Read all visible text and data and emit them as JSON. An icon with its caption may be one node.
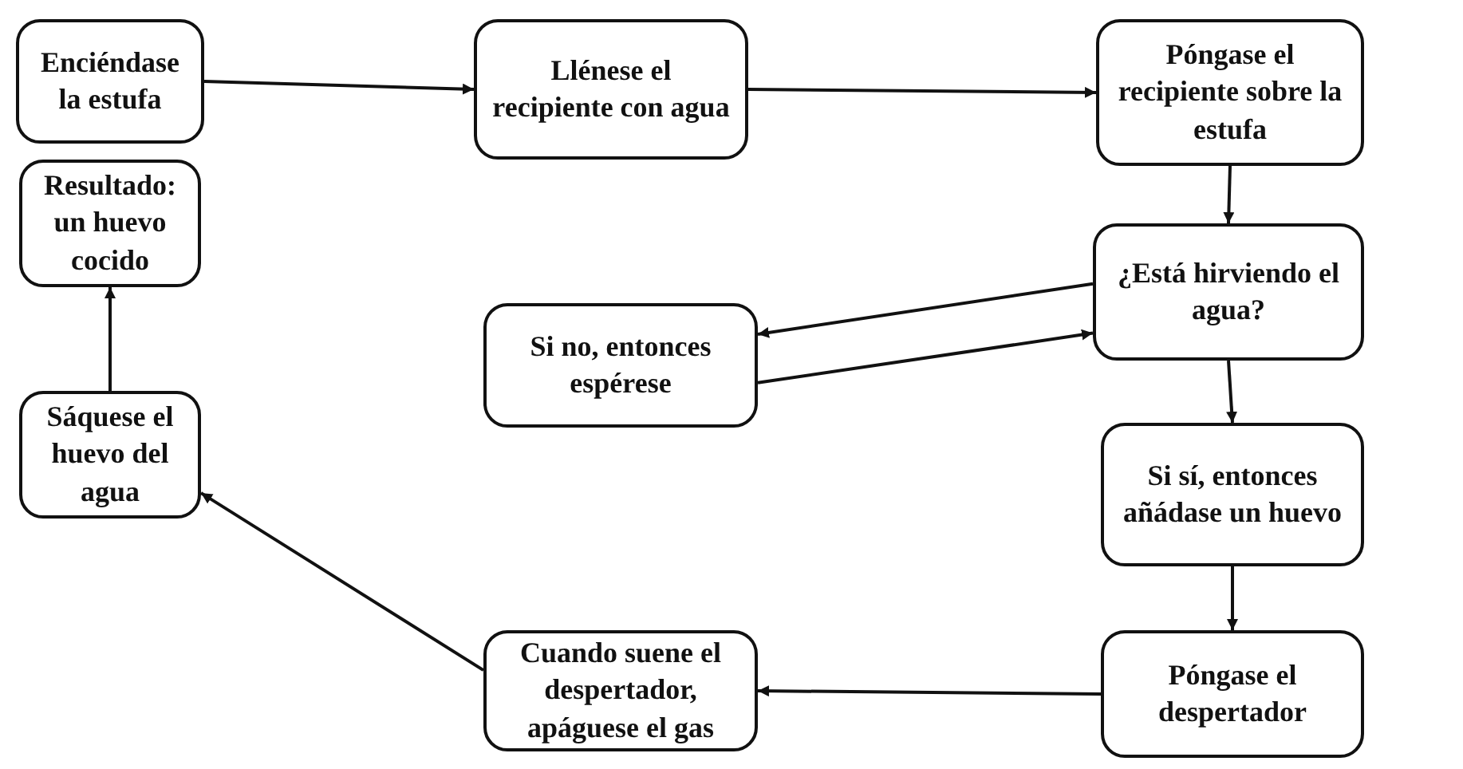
{
  "diagram": {
    "nodes": [
      {
        "text": [
          "Enciéndase la estufa"
        ]
      },
      {
        "text": [
          "Llénese el recipiente con agua"
        ]
      },
      {
        "text": [
          "Póngase el recipiente sobre la estufa"
        ]
      },
      {
        "text": [
          "¿Está hirviendo el agua?"
        ]
      },
      {
        "text": [
          "Si no, entonces espérese"
        ]
      },
      {
        "text": [
          "Si sí, entonces añádase un huevo"
        ]
      },
      {
        "text": [
          "Póngase el despertador"
        ]
      },
      {
        "text": [
          "Cuando suene el despertador, apáguese el gas"
        ]
      },
      {
        "text": [
          "Sáquese el huevo del agua"
        ]
      },
      {
        "text": [
          "Resultado: un huevo cocido"
        ]
      }
    ],
    "edges": [
      {
        "from": 0,
        "to": 1,
        "arrow": "to"
      },
      {
        "from": 1,
        "to": 2,
        "arrow": "to"
      },
      {
        "from": 2,
        "to": 3,
        "arrow": "to"
      },
      {
        "from": 3,
        "to": 4,
        "arrow": "to"
      },
      {
        "from": 4,
        "to": 3,
        "arrow": "to"
      },
      {
        "from": 3,
        "to": 5,
        "arrow": "to"
      },
      {
        "from": 5,
        "to": 6,
        "arrow": "to"
      },
      {
        "from": 6,
        "to": 7,
        "arrow": "to"
      },
      {
        "from": 7,
        "to": 8,
        "arrow": "to"
      },
      {
        "from": 8,
        "to": 9,
        "arrow": "to"
      }
    ]
  }
}
